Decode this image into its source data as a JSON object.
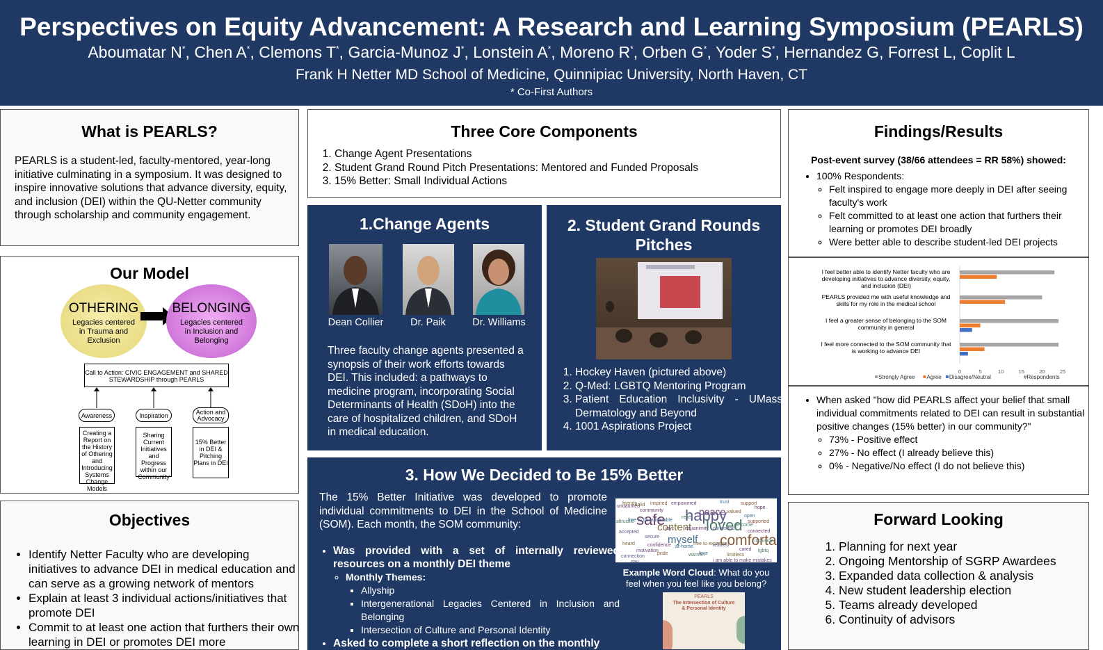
{
  "header": {
    "title": "Perspectives on Equity Advancement: A Research and Learning Symposium (PEARLS)",
    "authors": [
      {
        "name": "Aboumatar N",
        "star": "*"
      },
      {
        "name": "Chen A",
        "star": "*"
      },
      {
        "name": "Clemons T",
        "star": "*"
      },
      {
        "name": "Garcia-Munoz J",
        "star": "*"
      },
      {
        "name": "Lonstein A",
        "star": "*"
      },
      {
        "name": "Moreno R",
        "star": "*"
      },
      {
        "name": "Orben G",
        "star": "*"
      },
      {
        "name": "Yoder S",
        "star": "*"
      },
      {
        "name": "Hernandez G",
        "star": ""
      },
      {
        "name": "Forrest L",
        "star": ""
      },
      {
        "name": "Coplit L",
        "star": ""
      }
    ],
    "affiliation": "Frank H Netter MD School of Medicine, Quinnipiac University, North Haven, CT",
    "note": "* Co-First Authors"
  },
  "what": {
    "title": "What is PEARLS?",
    "text": "PEARLS is a student-led, faculty-mentored, year-long initiative culminating in a symposium. It was designed to inspire innovative solutions that advance diversity, equity, and inclusion (DEI) within the QU-Netter community through scholarship and community engagement."
  },
  "model": {
    "title": "Our Model",
    "othering": "OTHERING",
    "othering_sub": "Legacies centered in Trauma and Exclusion",
    "belonging": "BELONGING",
    "belonging_sub": "Legacies centered in Inclusion and Belonging",
    "call": "Call to Action: CIVIC ENGAGEMENT and SHARED STEWARDSHIP through PEARLS",
    "pills": [
      "Awareness",
      "Inspiration",
      "Action and Advocacy"
    ],
    "boxes": [
      "Creating a Report on the History of Othering and Introducing Systems Change Models",
      "Sharing Current Initiatives and Progress within our Community",
      "15% Better in DEI & Pitching Plans in DEI"
    ]
  },
  "objectives": {
    "title": "Objectives",
    "items": [
      "Identify Netter Faculty who are developing initiatives to advance DEI in medical education and can serve as a growing network of mentors",
      "Explain at least 3 individual actions/initiatives that promote DEI",
      "Commit to at least one action that furthers their own learning in DEI or promotes DEI more"
    ]
  },
  "core": {
    "title": "Three Core Components",
    "items": [
      "Change Agent Presentations",
      "Student Grand Round Pitch Presentations: Mentored and Funded Proposals",
      "15% Better: Small Individual Actions"
    ]
  },
  "agents": {
    "title": "1.Change Agents",
    "people": [
      "Dean Collier",
      "Dr. Paik",
      "Dr. Williams"
    ],
    "text": "Three faculty change agents presented a synopsis of their work efforts towards DEI. This included: a pathways to medicine program, incorporating Social Determinants of Health (SDoH) into the care of hospitalized children, and SDoH in medical education."
  },
  "sgr": {
    "title": "2. Student Grand Rounds Pitches",
    "items": [
      "Hockey Haven (pictured above)",
      "Q-Med: LGBTQ Mentoring Program",
      "Patient Education Inclusivity - UMass Dermatology and Beyond",
      "1001 Aspirations Project"
    ]
  },
  "better": {
    "title": "3. How We Decided to Be 15% Better",
    "intro": "The 15% Better Initiative was developed to promote individual commitments to DEI in the School of Medicine (SOM). Each month, the SOM community:",
    "b1": "Was provided with a set of internally reviewed resources on a monthly DEI theme",
    "themes_label": "Monthly Themes:",
    "themes": [
      "Allyship",
      "Intergenerational Legacies Centered in Inclusion and Belonging",
      "Intersection of Culture and Personal Identity"
    ],
    "b2": "Asked to complete a short reflection on the monthly",
    "cloud_caption_bold": "Example Word Cloud",
    "cloud_caption": ": What do you feel when you feel like you belong?",
    "cloud_words": [
      "happy",
      "safe",
      "loved",
      "comfortable",
      "myself",
      "content",
      "peace",
      "accepted",
      "community",
      "welcome",
      "valued",
      "free to be vulnerable",
      "friends",
      "empowered",
      "relaxed",
      "connected",
      "inclusion",
      "supported",
      "trust",
      "heard",
      "motivation",
      "secure",
      "joy",
      "warmth",
      "pride",
      "love",
      "limitless",
      "cared",
      "connection",
      "undaunted",
      "altruistic",
      "inspired",
      "open",
      "solid",
      "equanimity",
      "comforted",
      "confidence",
      "lgbtq",
      "support",
      "at-home",
      "free to express",
      "i am able to make mistakes",
      "gay",
      "hope",
      "relief"
    ],
    "flyer_title": "PEARLS",
    "flyer_sub": "The Intersection of Culture & Personal Identity"
  },
  "findings": {
    "title": "Findings/Results",
    "survey": "Post-event survey (38/66 attendees = RR 58%) showed:",
    "pct_label": "100% Respondents:",
    "pct_items": [
      "Felt inspired to engage more deeply in DEI after seeing faculty's work",
      "Felt committed to at least one action that furthers their learning or promotes DEI broadly",
      "Were better able to describe student-led DEI projects"
    ],
    "q": "When asked \"how did PEARLS affect your belief that small individual commitments related to DEI can result in substantial positive changes (15% better) in our community?\"",
    "answers": [
      "73% - Positive effect",
      "27% - No effect (I already believe this)",
      "0% - Negative/No effect (I do not  believe this)"
    ]
  },
  "chart_data": {
    "type": "bar",
    "orientation": "horizontal",
    "categories": [
      "I feel better able to identify Netter faculty who are developing initiatives to advance diversity, equity, and inclusion (DEI)",
      "PEARLS provided me with useful knowledge and skills for my role in the medical school",
      "I feel a greater sense of belonging to the SOM community in general",
      "I feel more connected to the SOM community that is working to advance DEI"
    ],
    "series": [
      {
        "name": "Strongly Agree",
        "color": "#a5a5a5",
        "values": [
          23,
          20,
          24,
          24
        ]
      },
      {
        "name": "Agree",
        "color": "#ed7d31",
        "values": [
          9,
          11,
          5,
          6
        ]
      },
      {
        "name": "Disagree/Neutral",
        "color": "#4472c4",
        "values": [
          0,
          0,
          3,
          2
        ]
      }
    ],
    "xticks": [
      0,
      5,
      10,
      15,
      20,
      25
    ],
    "xlim": [
      0,
      25
    ],
    "xlabel": "#Respondents",
    "legend": "bottom"
  },
  "forward": {
    "title": "Forward Looking",
    "items": [
      "Planning for next year",
      "Ongoing Mentorship of SGRP Awardees",
      "Expanded data collection & analysis",
      "New student leadership election",
      "Teams already developed",
      "Continuity of advisors"
    ]
  }
}
